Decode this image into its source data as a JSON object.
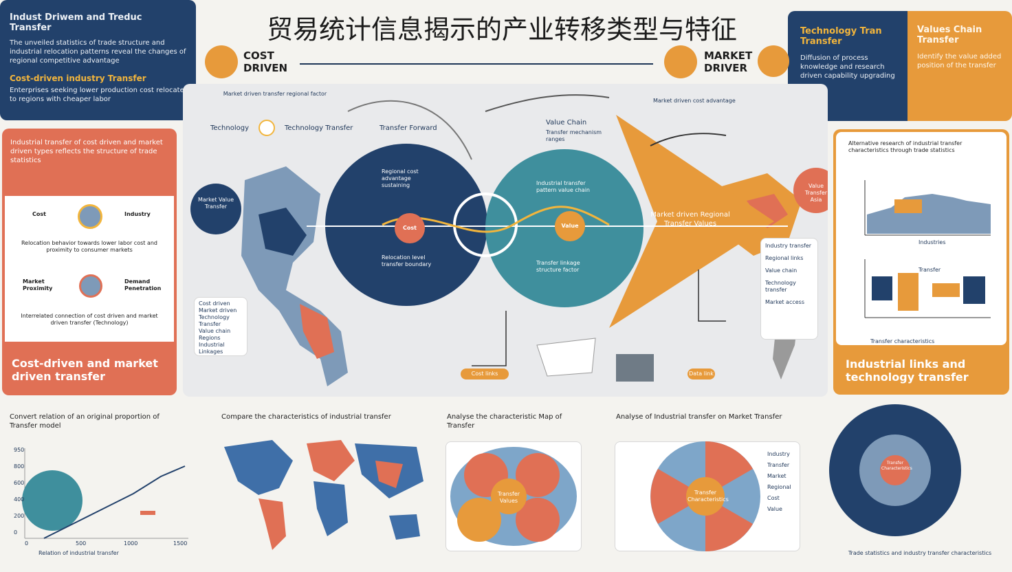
{
  "title": "贸易统计信息揭示的产业转移类型与特征",
  "top_left": {
    "heading": "Indust Driwem and Treduc Transfer",
    "body": "The unveiled statistics of trade structure and industrial relocation patterns reveal the changes of regional competitive advantage",
    "sub_heading": "Cost-driven industry Transfer",
    "sub_body": "Enterprises seeking lower production cost relocate to regions with cheaper labor"
  },
  "top_right": {
    "left_heading": "Technology Tran Transfer",
    "left_body": "Diffusion of process knowledge and research driven capability upgrading",
    "right_heading": "Values Chain Transfer",
    "right_body": "Identify the value added position of the transfer"
  },
  "header_strip": {
    "cost_label": "COST DRIVEN",
    "market_label": "MARKET DRIVER"
  },
  "main": {
    "top_note_1": "Market driven transfer regional factor",
    "top_note_2": "Market driven cost advantage",
    "tech_label": "Technology",
    "tech_transfer_label": "Technology Transfer",
    "transfer_label": "Transfer Forward",
    "value_chain_label": "Value Chain",
    "value_chain_sub": "Transfer mechanism ranges",
    "left_circle_label": "Market Value Transfer",
    "navy_circle_text_1": "Regional cost advantage sustaining",
    "navy_circle_text_2": "Relocation level transfer boundary",
    "teal_circle_text_1": "Industrial transfer pattern value chain",
    "teal_circle_text_2": "Transfer linkage structure factor",
    "center_node_1": "Cost",
    "center_node_2": "Value",
    "arrow_text": "Market driven Regional Transfer Values",
    "right_bubble": "Value Transfer Asia",
    "legend_items": [
      "Cost driven",
      "Market driven",
      "Technology",
      "Transfer",
      "Value chain",
      "Regions",
      "Industrial",
      "Linkages"
    ],
    "callout_items": [
      "Industry transfer",
      "Regional links",
      "Value chain",
      "Technology transfer",
      "Market access"
    ],
    "btn_left": "Cost links",
    "btn_right": "Data link"
  },
  "left_panel": {
    "intro": "Industrial transfer of cost driven and market driven types reflects the structure of trade statistics",
    "cost_label": "Cost",
    "industry_label": "Industry",
    "mid_text": "Relocation behavior towards lower labor cost and proximity to consumer markets",
    "market_label": "Market Proximity",
    "demand_label": "Demand Penetration",
    "bottom_text": "Interrelated connection of cost driven and market driven transfer (Technology)",
    "footer": "Cost-driven and market driven transfer"
  },
  "right_panel": {
    "intro": "Alternative research of industrial transfer characteristics through trade statistics",
    "chart_label_1": "Industries",
    "chart_label_2": "Transfer",
    "x_label": "Transfer characteristics",
    "footer": "Industrial links and technology transfer"
  },
  "bottom": {
    "b1_title": "Convert relation of an original proportion of Transfer model",
    "b2_title": "Compare the characteristics of industrial transfer",
    "b3_title": "Analyse the characteristic Map of Transfer",
    "b4_title": "Analyse of Industrial transfer on Market Transfer",
    "b1_axis": [
      "0",
      "500",
      "1000",
      "1500"
    ],
    "b1_yticks": [
      "950",
      "800",
      "600",
      "400",
      "200",
      "0"
    ],
    "b1_caption": "Relation of industrial transfer",
    "b3_center": "Transfer Values",
    "b4_center": "Transfer Characteristics",
    "b4_legend": [
      "Industry",
      "Transfer",
      "Market",
      "Regional",
      "Cost",
      "Value"
    ],
    "b5_center": "Transfer Characteristics",
    "b5_caption": "Trade statistics and industry transfer characteristics"
  },
  "colors": {
    "navy": "#22416b",
    "orange": "#e79a3b",
    "red": "#e07055",
    "teal": "#3f8f9d",
    "steel": "#7e9ab8"
  }
}
